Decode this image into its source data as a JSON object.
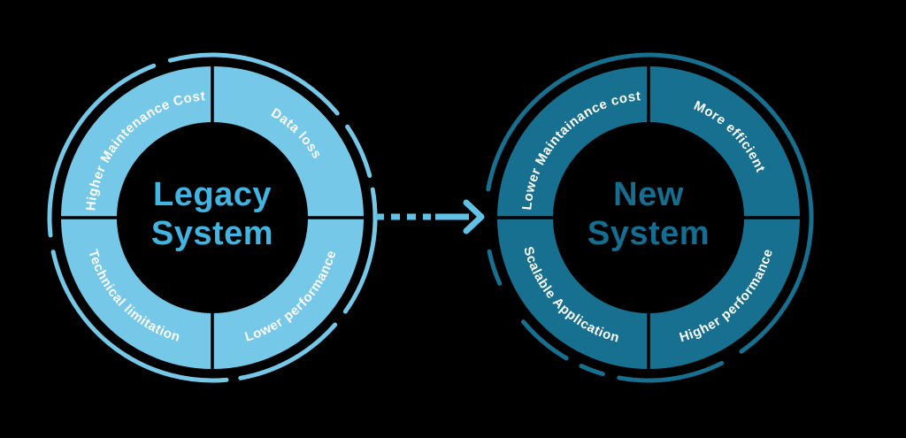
{
  "diagram": {
    "type": "legacy-to-new-system-transition",
    "colors": {
      "background": "#000000",
      "legacy_ring": "#75C8E8",
      "legacy_title_text": "#41B4E2",
      "new_ring": "#17708F",
      "new_title_text": "#156E90",
      "segment_label_text": "#FFFFFF",
      "arrow": "#62C2E6"
    },
    "legacy_circle": {
      "title_line1": "Legacy",
      "title_line2": "System",
      "segments": [
        {
          "label": "Higher Maintenance Cost",
          "position": "top-left"
        },
        {
          "label": "Data loss",
          "position": "top-right"
        },
        {
          "label": "Technical limitation",
          "position": "bottom-left"
        },
        {
          "label": "Lower performance",
          "position": "bottom-right"
        }
      ]
    },
    "new_circle": {
      "title_line1": "New",
      "title_line2": "System",
      "segments": [
        {
          "label": "Lower Maintainance cost",
          "position": "top-left"
        },
        {
          "label": "More efficient",
          "position": "top-right"
        },
        {
          "label": "Scalable Application",
          "position": "bottom-left"
        },
        {
          "label": "Higher performance",
          "position": "bottom-right"
        }
      ]
    },
    "arrow": {
      "direction": "right",
      "style": "dashed tail, solid head"
    }
  }
}
